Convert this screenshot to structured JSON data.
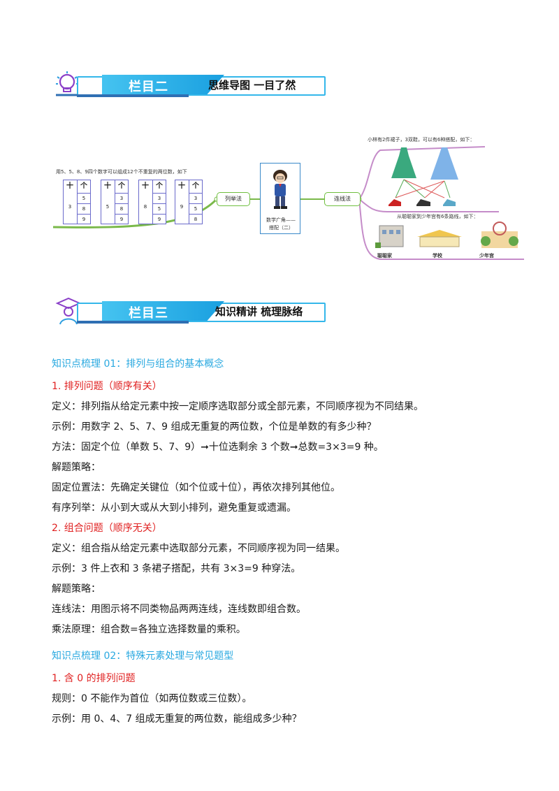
{
  "section2": {
    "tab_label": "栏目二",
    "title": "思维导图  一目了然"
  },
  "mindmap": {
    "left_caption": "用5、5、8、9四个数字可以组成12个不重复的两位数，如下",
    "tables": [
      {
        "tens": "3",
        "ones": [
          "5",
          "8",
          "9"
        ]
      },
      {
        "tens": "5",
        "ones": [
          "3",
          "8",
          "9"
        ]
      },
      {
        "tens": "8",
        "ones": [
          "3",
          "5",
          "9"
        ]
      },
      {
        "tens": "9",
        "ones": [
          "3",
          "5",
          "8"
        ]
      }
    ],
    "header_tens": "十",
    "header_ones": "个",
    "node_left": "列举法",
    "center_line1": "数学广角——",
    "center_line2": "搭配（二）",
    "node_right": "连线法",
    "right_caption_top": "小林有2件裙子，3双鞋，可以有6种搭配，如下：",
    "right_caption_mid": "从聪聪家到少年宫有6条路线，如下：",
    "places": [
      "聪聪家",
      "学校",
      "少年宫"
    ]
  },
  "section3": {
    "tab_label": "栏目三",
    "title": "知识精讲  梳理脉络"
  },
  "body": {
    "k1_heading": "知识点梳理 01：排列与组合的基本概念",
    "s1_heading": "1.  排列问题（顺序有关）",
    "s1_def": "定义：排列指从给定元素中按一定顺序选取部分或全部元素，不同顺序视为不同结果。",
    "s1_example": "示例：用数字 2、5、7、9 组成无重复的两位数，个位是单数的有多少种？",
    "s1_method": "方法：固定个位（单数 5、7、9）➞十位选剩余 3 个数➞总数=3×3=9 种。",
    "s1_strategy": "解题策略：",
    "s1_fixed": "固定位置法：先确定关键位（如个位或十位），再依次排列其他位。",
    "s1_order": "有序列举：从小到大或从大到小排列，避免重复或遗漏。",
    "s2_heading": "2.  组合问题（顺序无关）",
    "s2_def": "定义：组合指从给定元素中选取部分元素，不同顺序视为同一结果。",
    "s2_example": "示例：3 件上衣和 3 条裙子搭配，共有 3×3=9 种穿法。",
    "s2_strategy": "解题策略：",
    "s2_line": "连线法：用图示将不同类物品两两连线，连线数即组合数。",
    "s2_mult": "乘法原理：组合数=各独立选择数量的乘积。",
    "k2_heading": "知识点梳理 02：特殊元素处理与常见题型",
    "s3_heading": "1. 含 0 的排列问题",
    "s3_rule": "规则：0 不能作为首位（如两位数或三位数）。",
    "s3_example": "示例：用 0、4、7 组成无重复的两位数，能组成多少种？"
  },
  "colors": {
    "accent_blue": "#2aa9e0",
    "accent_red": "#e02020",
    "banner_dark": "#2f6fb3"
  }
}
